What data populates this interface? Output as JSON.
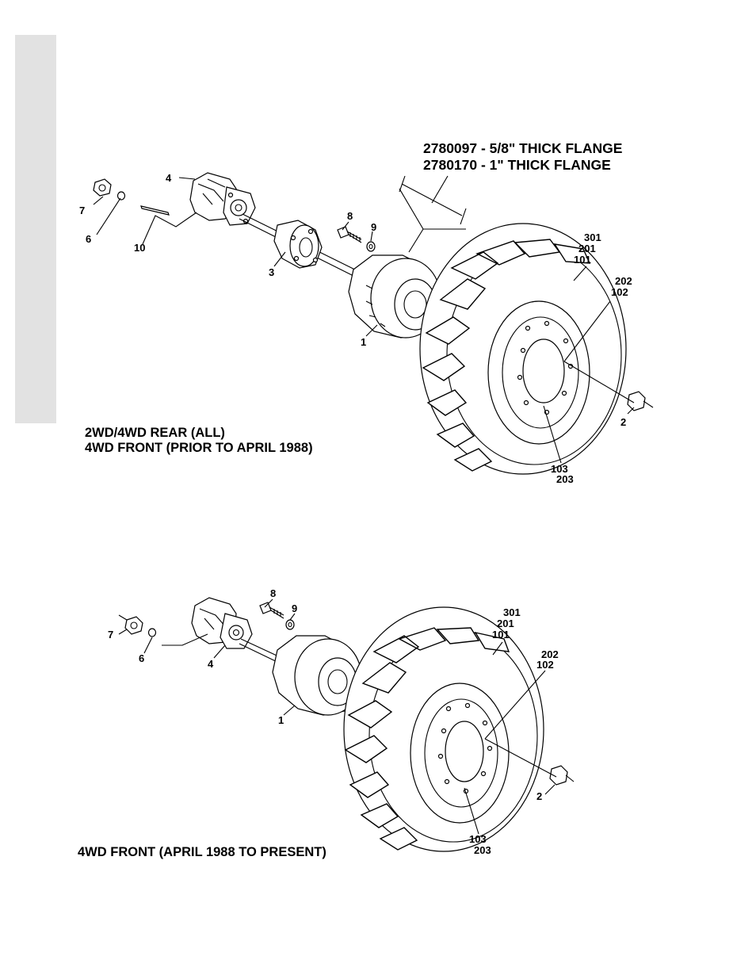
{
  "top": {
    "flange_line_1": "2780097 - 5/8\" THICK FLANGE",
    "flange_line_2": "2780170 - 1\" THICK FLANGE",
    "caption_line_1": "2WD/4WD REAR (ALL)",
    "caption_line_2": "4WD FRONT (PRIOR TO APRIL 1988)",
    "callouts": {
      "c4": "4",
      "c7": "7",
      "c6": "6",
      "c10": "10",
      "c3": "3",
      "c8": "8",
      "c9": "9",
      "c1": "1",
      "c301": "301",
      "c201": "201",
      "c101": "101",
      "c202": "202",
      "c102": "102",
      "c2": "2",
      "c103": "103",
      "c203": "203"
    }
  },
  "bottom": {
    "caption": "4WD FRONT (APRIL 1988 TO PRESENT)",
    "callouts": {
      "c8": "8",
      "c9": "9",
      "c7": "7",
      "c6": "6",
      "c4": "4",
      "c1": "1",
      "c301": "301",
      "c201": "201",
      "c101": "101",
      "c202": "202",
      "c102": "102",
      "c2": "2",
      "c103": "103",
      "c203": "203"
    }
  }
}
